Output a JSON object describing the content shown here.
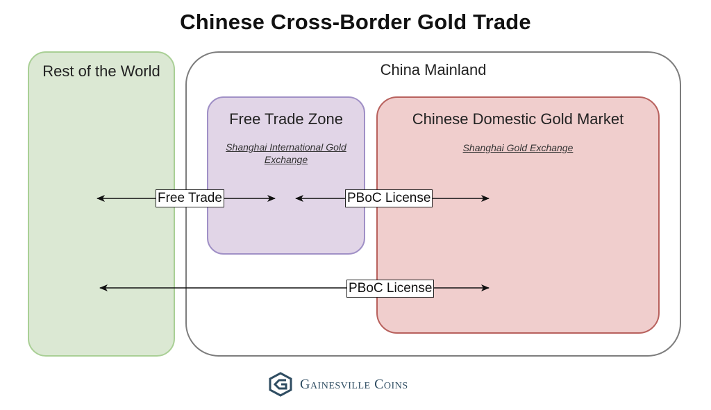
{
  "title": "Chinese Cross-Border Gold Trade",
  "regions": {
    "rest_of_world": "Rest of the World",
    "china_mainland": "China Mainland",
    "free_trade_zone": {
      "label": "Free Trade Zone",
      "exchange": "Shanghai International Gold Exchange"
    },
    "domestic_market": {
      "label": "Chinese Domestic Gold Market",
      "exchange": "Shanghai Gold Exchange"
    }
  },
  "flows": [
    {
      "label": "Free Trade",
      "from": "Rest of the World",
      "to": "Free Trade Zone",
      "direction": "bidirectional"
    },
    {
      "label": "PBoC License",
      "from": "Free Trade Zone",
      "to": "Chinese Domestic Gold Market",
      "direction": "bidirectional"
    },
    {
      "label": "PBoC License",
      "from": "Rest of the World",
      "to": "Chinese Domestic Gold Market",
      "direction": "bidirectional"
    }
  ],
  "logo": {
    "icon": "gainesville-coins-logo-icon",
    "text": "Gainesville Coins",
    "color": "#2f4d62"
  },
  "colors": {
    "rest_fill": "#dbe8d3",
    "rest_border": "#a9cf95",
    "ftz_fill": "#e1d5e7",
    "ftz_border": "#a090c6",
    "domestic_fill": "#f0cecd",
    "domestic_border": "#b8615d",
    "mainland_border": "#7d7d7d"
  }
}
